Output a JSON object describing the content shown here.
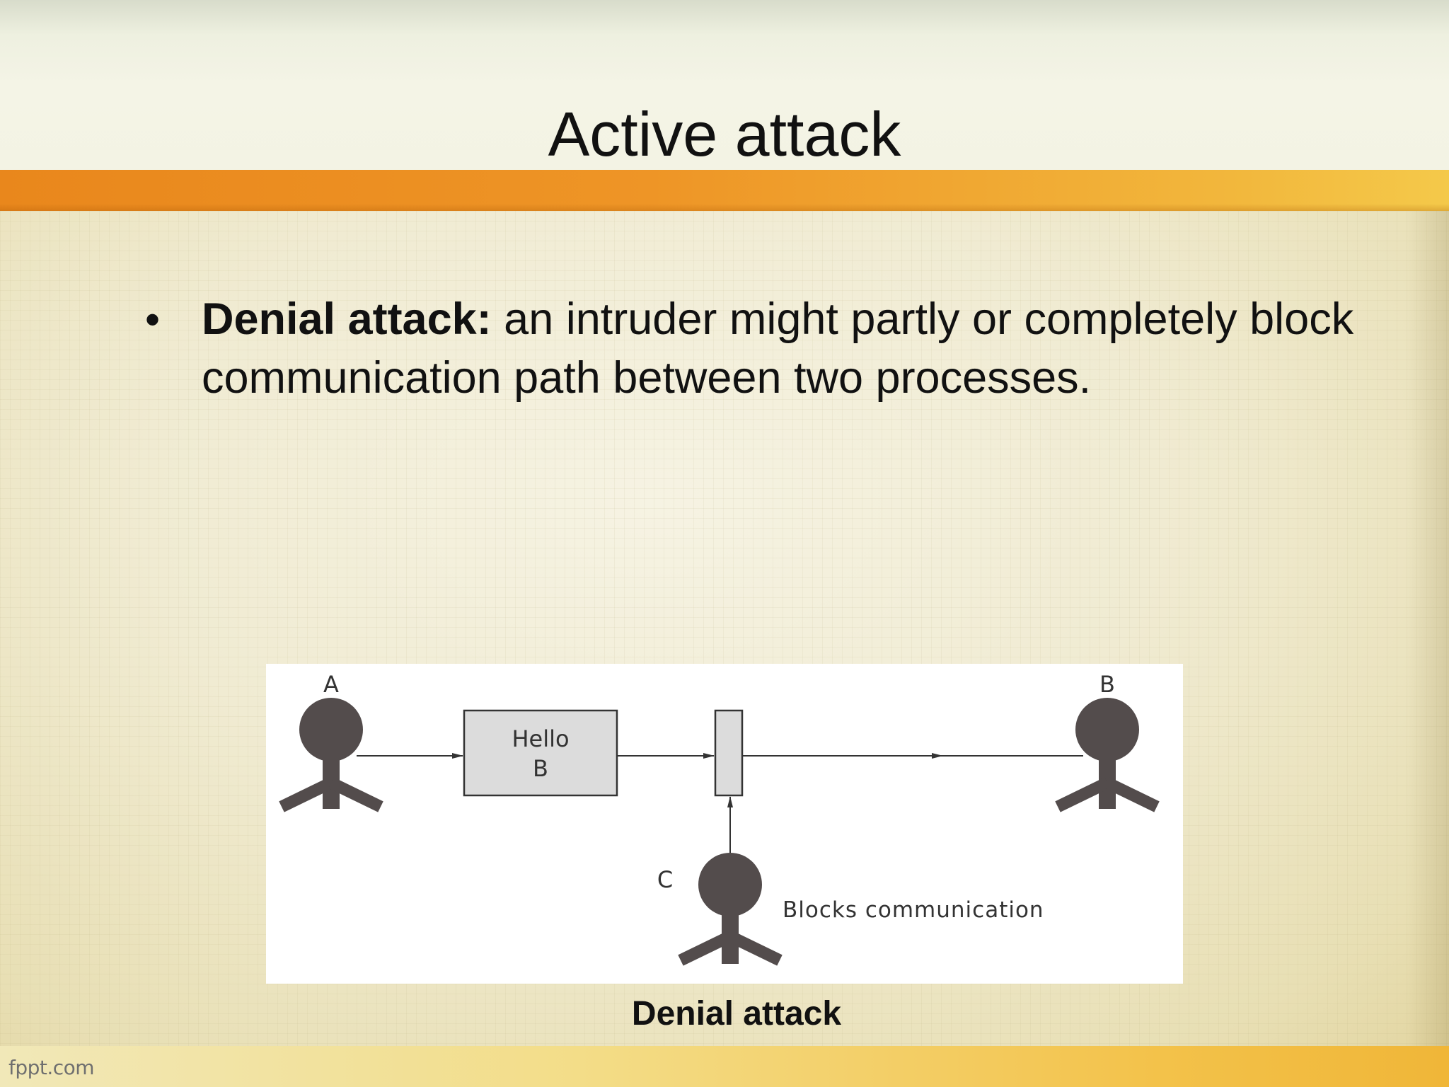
{
  "slide": {
    "title": "Active attack",
    "bullet": {
      "marker": "•",
      "term": "Denial attack:",
      "text": " an intruder might partly or completely block communication path between two processes."
    }
  },
  "diagram": {
    "actor_a": "A",
    "actor_b": "B",
    "actor_c": "C",
    "message_line1": "Hello",
    "message_line2": "B",
    "blocks_label": "Blocks communication",
    "caption": "Denial attack"
  },
  "footer": {
    "logo": "fppt.com"
  }
}
